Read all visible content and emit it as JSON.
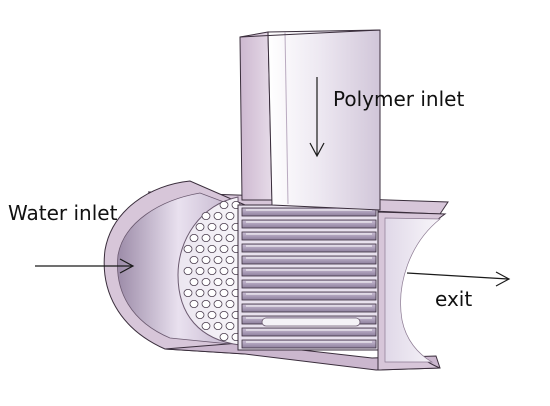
{
  "labels": {
    "polymer_inlet": "Polymer inlet",
    "water_inlet": "Water inlet",
    "exit": "exit"
  },
  "colors": {
    "body_mauve": "#d7c6d9",
    "body_dark": "#a08aa4",
    "edge": "#3a2e3c",
    "interior_light": "#f4f2f7",
    "arrow": "#1a1a1a"
  }
}
